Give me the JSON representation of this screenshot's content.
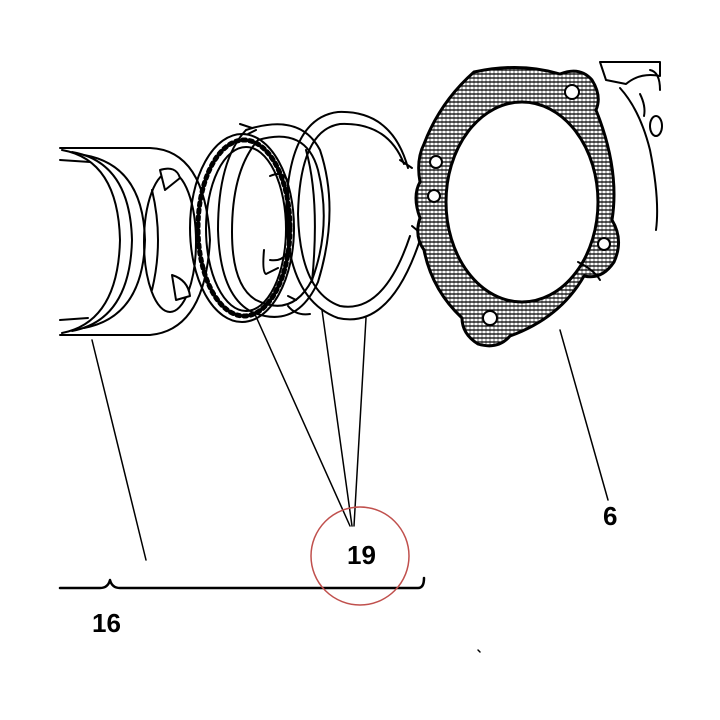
{
  "callouts": {
    "part_19": "19",
    "part_6": "6",
    "part_16": "16"
  },
  "colors": {
    "line": "#000000",
    "highlight_circle": "#c0504d",
    "background": "#ffffff"
  }
}
